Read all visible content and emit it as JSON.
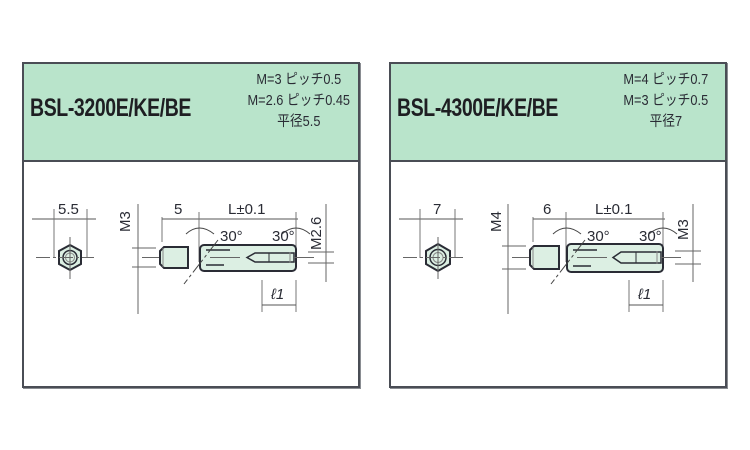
{
  "panels": [
    {
      "model": "BSL-3200E/KE/BE",
      "specs": [
        "M=3 ピッチ0.5",
        "M=2.6 ピッチ0.45",
        "平径5.5"
      ],
      "dims": {
        "hex_width": "5.5",
        "male_thread": "M3",
        "male_length": "5",
        "length": "L±0.1",
        "female_thread": "M2.6",
        "angle_left": "30°",
        "angle_right": "30°",
        "female_depth": "ℓ1"
      }
    },
    {
      "model": "BSL-4300E/KE/BE",
      "specs": [
        "M=4 ピッチ0.7",
        "M=3 ピッチ0.5",
        "平径7"
      ],
      "dims": {
        "hex_width": "7",
        "male_thread": "M4",
        "male_length": "6",
        "length": "L±0.1",
        "female_thread": "M3",
        "angle_left": "30°",
        "angle_right": "30°",
        "female_depth": "ℓ1"
      }
    }
  ],
  "colors": {
    "header_bg": "#b9e4cb",
    "part_fill": "#dcefe3",
    "border": "#4a4d55",
    "line": "#2a2c35"
  }
}
